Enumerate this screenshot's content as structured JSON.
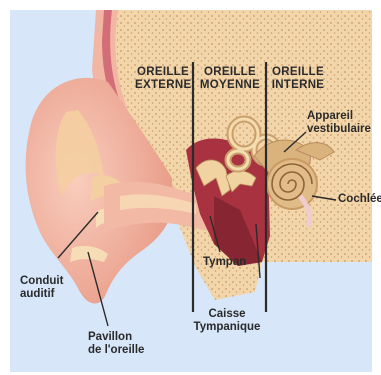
{
  "sections": {
    "outer": [
      "OREILLE",
      "EXTERNE"
    ],
    "middle": [
      "OREILLE",
      "MOYENNE"
    ],
    "inner": [
      "OREILLE",
      "INTERNE"
    ]
  },
  "labels": {
    "conduit": [
      "Conduit",
      "auditif"
    ],
    "pavillon": [
      "Pavillon",
      "de l'oreille"
    ],
    "tympan": [
      "Tympan"
    ],
    "caisse": [
      "Caisse",
      "Tympanique"
    ],
    "appareil": [
      "Appareil",
      "vestibulaire"
    ],
    "cochlee": [
      "Cochlée"
    ]
  },
  "colors": {
    "background": "#d7e6f8",
    "skin": "#f1b6a4",
    "bone": "#f5dcb2",
    "cavity": "#a8323f",
    "divider": "#2b2b2b"
  }
}
